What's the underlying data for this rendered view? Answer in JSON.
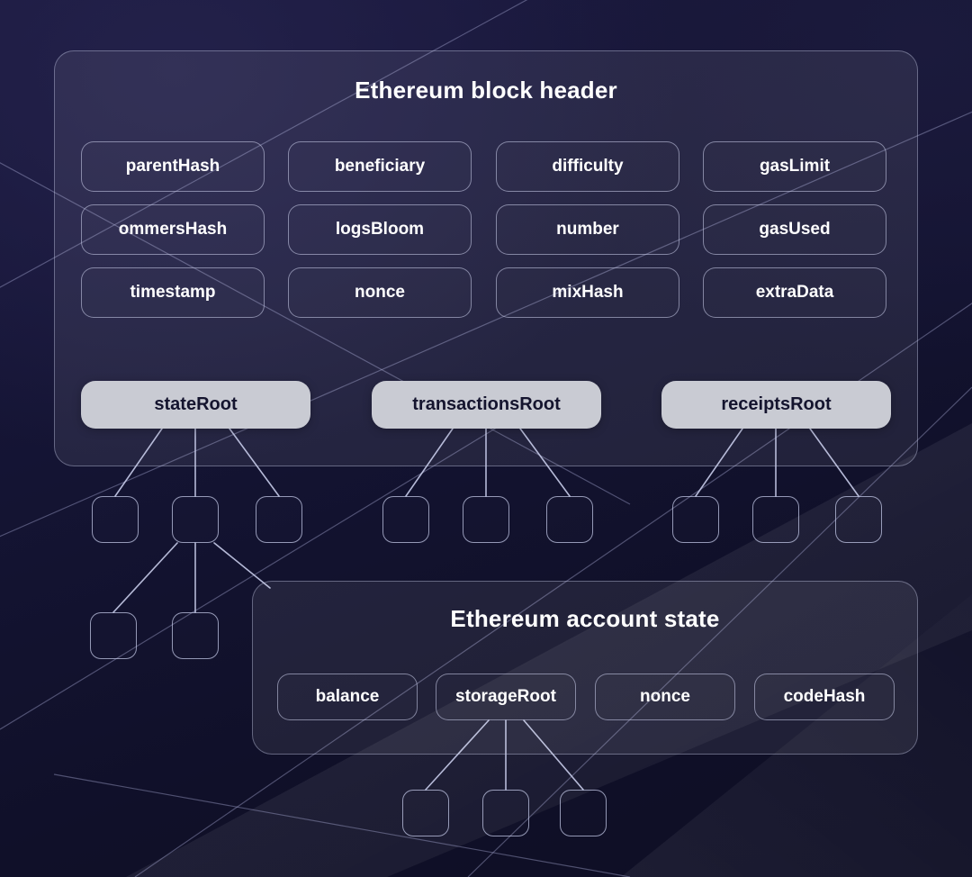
{
  "theme": {
    "background": "#141433",
    "panel_fill": "rgba(255,255,255,0.075)",
    "panel_border": "#bec3e1",
    "chip_border": "#c6cae6",
    "chip_text": "#ffffff",
    "root_chip_fill": "#c9cbd3",
    "root_chip_text": "#14142e",
    "edge_color": "#c4c8e8"
  },
  "block_header": {
    "title": "Ethereum block header",
    "fields": [
      {
        "label": "parentHash",
        "col": 0,
        "row": 0
      },
      {
        "label": "beneficiary",
        "col": 1,
        "row": 0
      },
      {
        "label": "difficulty",
        "col": 2,
        "row": 0
      },
      {
        "label": "gasLimit",
        "col": 3,
        "row": 0
      },
      {
        "label": "ommersHash",
        "col": 0,
        "row": 1
      },
      {
        "label": "logsBloom",
        "col": 1,
        "row": 1
      },
      {
        "label": "number",
        "col": 2,
        "row": 1
      },
      {
        "label": "gasUsed",
        "col": 3,
        "row": 1
      },
      {
        "label": "timestamp",
        "col": 0,
        "row": 2
      },
      {
        "label": "nonce",
        "col": 1,
        "row": 2
      },
      {
        "label": "mixHash",
        "col": 2,
        "row": 2
      },
      {
        "label": "extraData",
        "col": 3,
        "row": 2
      }
    ],
    "roots": [
      {
        "label": "stateRoot"
      },
      {
        "label": "transactionsRoot"
      },
      {
        "label": "receiptsRoot"
      }
    ]
  },
  "account_state": {
    "title": "Ethereum account state",
    "fields": [
      {
        "label": "balance"
      },
      {
        "label": "storageRoot"
      },
      {
        "label": "nonce"
      },
      {
        "label": "codeHash"
      }
    ]
  },
  "trie": {
    "state_root_children": 3,
    "state_root_grandchildren": 2,
    "transactions_root_children": 3,
    "receipts_root_children": 3,
    "storage_root_children": 3
  }
}
